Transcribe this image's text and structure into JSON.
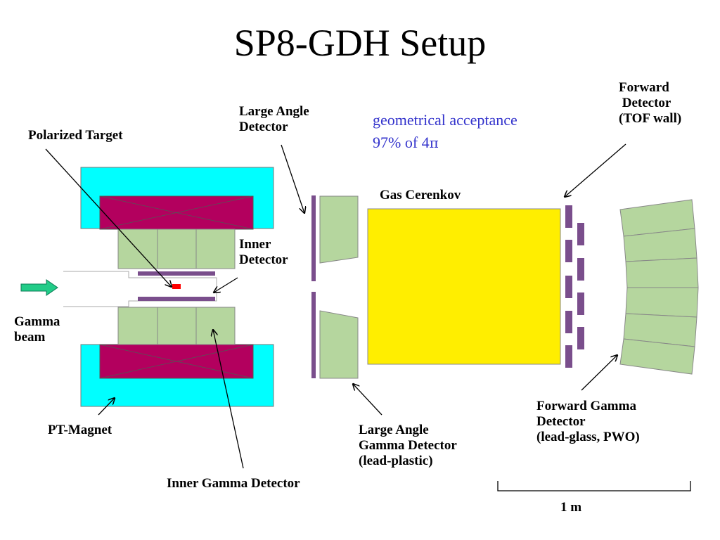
{
  "title": "SP8-GDH Setup",
  "acceptance": {
    "line1": "geometrical acceptance",
    "line2_text": "97% of 4",
    "line2_symbol": "π"
  },
  "labels": {
    "polarized_target": "Polarized Target",
    "large_angle_detector": [
      "Large Angle",
      "Detector"
    ],
    "forward_detector": [
      "Forward",
      " Detector",
      "(TOF wall)"
    ],
    "gas_cerenkov": "Gas Cerenkov",
    "inner_detector": [
      "Inner",
      "Detector"
    ],
    "gamma_beam": [
      "Gamma",
      "beam"
    ],
    "pt_magnet": "PT-Magnet",
    "large_angle_gamma_detector": [
      "Large Angle",
      "Gamma Detector",
      "(lead-plastic)"
    ],
    "forward_gamma_detector": [
      "Forward Gamma",
      "Detector",
      "(lead-glass, PWO)"
    ],
    "inner_gamma_detector": "Inner Gamma Detector",
    "scale_bar": "1 m"
  },
  "colors": {
    "magnet_yoke": "#00ffff",
    "coil": "#b3005e",
    "detector_green": "#b5d69e",
    "tof_purple": "#7a4e8c",
    "cerenkov_yellow": "#ffee00",
    "target_red": "#ff0000",
    "beam_arrow": "#22cc88",
    "acceptance_text": "#3333cc"
  }
}
